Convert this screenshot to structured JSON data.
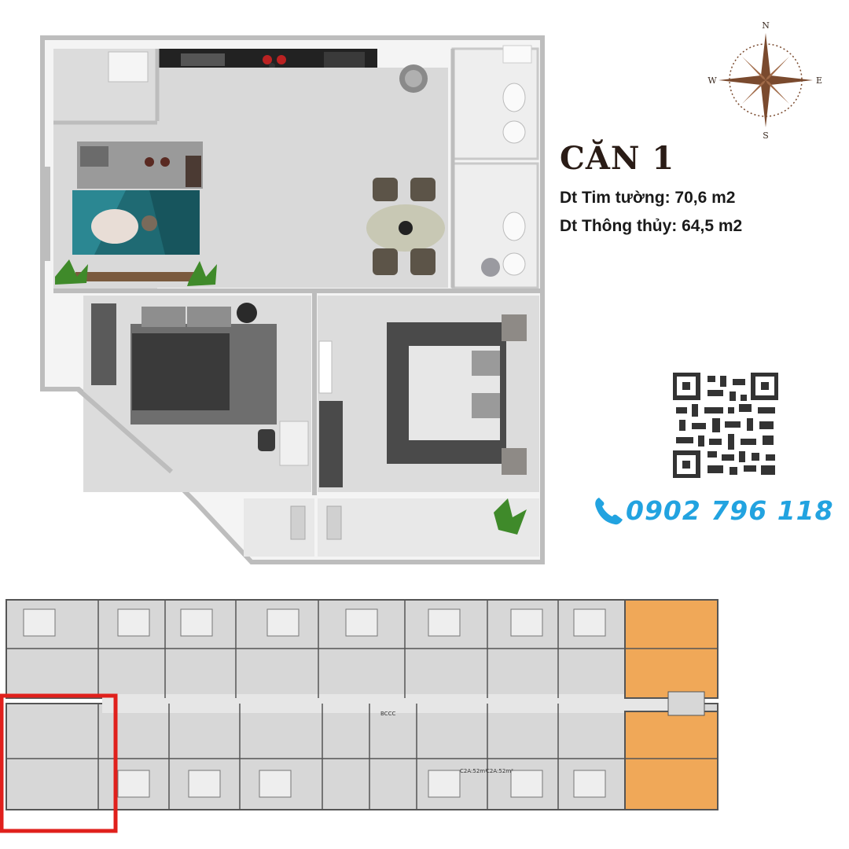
{
  "unit": {
    "title": "CĂN 1",
    "area_wall": "Dt Tim tường: 70,6 m2",
    "area_clear": "Dt Thông thủy: 64,5 m2"
  },
  "contact": {
    "phone": "0902 796 118",
    "phone_icon": "phone-icon"
  },
  "compass": {
    "north": "N",
    "east": "E",
    "south": "S",
    "west": "W"
  },
  "site_plan": {
    "labels": {
      "bcc": "BCCC",
      "unit_a": "C2A:52m²",
      "unit_b": "C2A:52m²"
    }
  },
  "colors": {
    "compass_brown": "#7a4a2e",
    "phone_blue": "#22a3e0",
    "highlight_red": "#e0201c",
    "selected_orange": "#f0a858",
    "floor_gray": "#d7d7d7",
    "rug_teal": "#1f6a73"
  }
}
